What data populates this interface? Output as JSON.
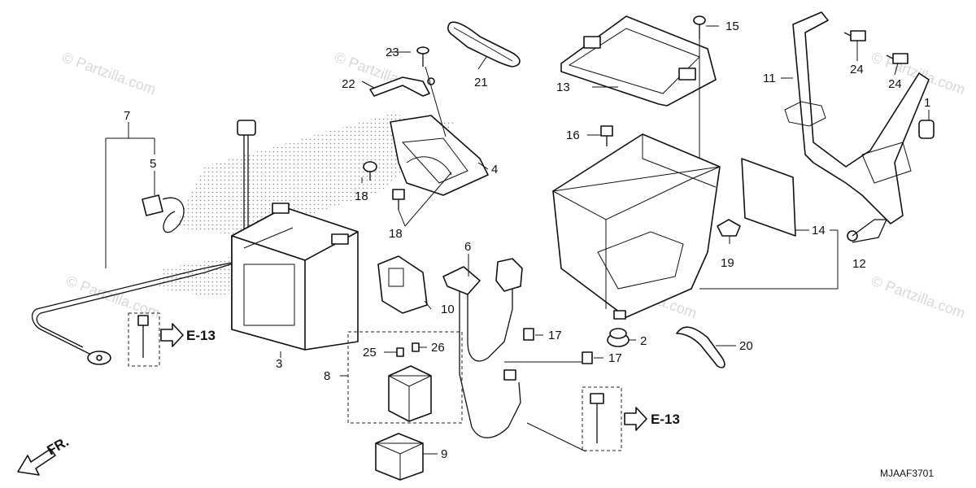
{
  "diagram": {
    "part_numbers": [
      "1",
      "2",
      "3",
      "4",
      "5",
      "6",
      "7",
      "8",
      "9",
      "10",
      "11",
      "12",
      "13",
      "14",
      "15",
      "16",
      "17",
      "17",
      "18",
      "18",
      "19",
      "20",
      "21",
      "22",
      "23",
      "24",
      "24",
      "25",
      "26"
    ],
    "reference_label": "E-13",
    "front_label": "FR.",
    "diagram_code": "MJAAF3701",
    "watermark": "© Partzilla.com"
  }
}
